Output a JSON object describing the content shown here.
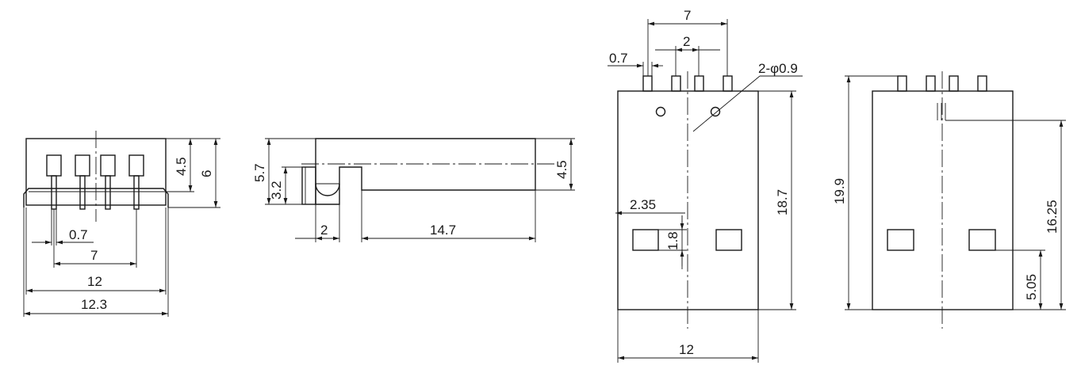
{
  "views": {
    "front": {
      "dims": {
        "pin_pitch_small": "0.7",
        "pin_span": "7",
        "body_width": "12",
        "overall_width": "12.3",
        "pin_height": "4.5",
        "total_height": "6"
      }
    },
    "side": {
      "dims": {
        "height_overall": "5.7",
        "height_step": "3.2",
        "step_length": "2",
        "body_length": "14.7",
        "height_right": "4.5"
      }
    },
    "top": {
      "dims": {
        "pin_span": "7",
        "inner_span": "2",
        "pin_offset": "0.7",
        "hole": "2-φ0.9",
        "body_length": "18.7",
        "window_offset": "2.35",
        "window_height": "1.8",
        "body_width": "12"
      }
    },
    "bottom": {
      "dims": {
        "overall_length": "19.9",
        "pin_to_window": "16.25",
        "window_offset": "5.05"
      }
    }
  },
  "colors": {
    "line": "#1a1a1a",
    "background": "#ffffff"
  }
}
